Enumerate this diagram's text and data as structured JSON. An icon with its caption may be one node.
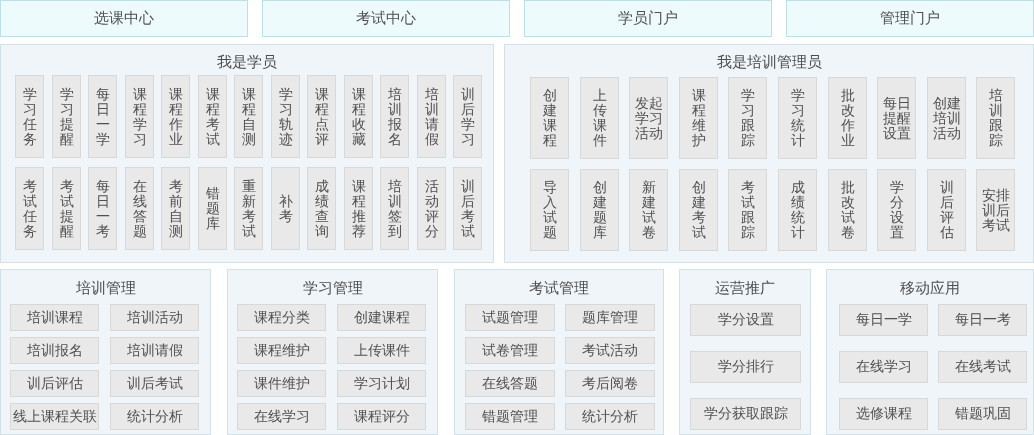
{
  "diagram": {
    "nodes": [
      {
        "text": [
          "选课中心"
        ]
      },
      {
        "text": [
          "考试中心"
        ]
      },
      {
        "text": [
          "学员门户"
        ]
      },
      {
        "text": [
          "管理门户"
        ]
      },
      {
        "text": [
          "我是学员"
        ]
      },
      {
        "text": [
          "学习任务"
        ],
        "in": 4
      },
      {
        "text": [
          "学习提醒"
        ],
        "in": 4
      },
      {
        "text": [
          "每日一学"
        ],
        "in": 4
      },
      {
        "text": [
          "课程学习"
        ],
        "in": 4
      },
      {
        "text": [
          "课程作业"
        ],
        "in": 4
      },
      {
        "text": [
          "课程考试"
        ],
        "in": 4
      },
      {
        "text": [
          "课程自测"
        ],
        "in": 4
      },
      {
        "text": [
          "学习轨迹"
        ],
        "in": 4
      },
      {
        "text": [
          "课程点评"
        ],
        "in": 4
      },
      {
        "text": [
          "课程收藏"
        ],
        "in": 4
      },
      {
        "text": [
          "培训报名"
        ],
        "in": 4
      },
      {
        "text": [
          "培训请假"
        ],
        "in": 4
      },
      {
        "text": [
          "训后学习"
        ],
        "in": 4
      },
      {
        "text": [
          "考试任务"
        ],
        "in": 4
      },
      {
        "text": [
          "考试提醒"
        ],
        "in": 4
      },
      {
        "text": [
          "每日一考"
        ],
        "in": 4
      },
      {
        "text": [
          "在线答题"
        ],
        "in": 4
      },
      {
        "text": [
          "考前自测"
        ],
        "in": 4
      },
      {
        "text": [
          "错题库"
        ],
        "in": 4
      },
      {
        "text": [
          "重新考试"
        ],
        "in": 4
      },
      {
        "text": [
          "补考"
        ],
        "in": 4
      },
      {
        "text": [
          "成绩查询"
        ],
        "in": 4
      },
      {
        "text": [
          "课程推荐"
        ],
        "in": 4
      },
      {
        "text": [
          "培训签到"
        ],
        "in": 4
      },
      {
        "text": [
          "活动评分"
        ],
        "in": 4
      },
      {
        "text": [
          "训后考试"
        ],
        "in": 4
      },
      {
        "text": [
          "我是培训管理员"
        ]
      },
      {
        "text": [
          "创建课程"
        ],
        "in": 31
      },
      {
        "text": [
          "上传课件"
        ],
        "in": 31
      },
      {
        "text": [
          "发起学习活动"
        ],
        "in": 31
      },
      {
        "text": [
          "课程维护"
        ],
        "in": 31
      },
      {
        "text": [
          "学习跟踪"
        ],
        "in": 31
      },
      {
        "text": [
          "学习统计"
        ],
        "in": 31
      },
      {
        "text": [
          "批改作业"
        ],
        "in": 31
      },
      {
        "text": [
          "每日提醒设置"
        ],
        "in": 31
      },
      {
        "text": [
          "创建培训活动"
        ],
        "in": 31
      },
      {
        "text": [
          "培训跟踪"
        ],
        "in": 31
      },
      {
        "text": [
          "导入试题"
        ],
        "in": 31
      },
      {
        "text": [
          "创建题库"
        ],
        "in": 31
      },
      {
        "text": [
          "新建试卷"
        ],
        "in": 31
      },
      {
        "text": [
          "创建考试"
        ],
        "in": 31
      },
      {
        "text": [
          "考试跟踪"
        ],
        "in": 31
      },
      {
        "text": [
          "成绩统计"
        ],
        "in": 31
      },
      {
        "text": [
          "批改试卷"
        ],
        "in": 31
      },
      {
        "text": [
          "学分设置"
        ],
        "in": 31
      },
      {
        "text": [
          "训后评估"
        ],
        "in": 31
      },
      {
        "text": [
          "安排训后考试"
        ],
        "in": 31
      },
      {
        "text": [
          "培训管理"
        ]
      },
      {
        "text": [
          "培训课程"
        ],
        "in": 52
      },
      {
        "text": [
          "培训活动"
        ],
        "in": 52
      },
      {
        "text": [
          "培训报名"
        ],
        "in": 52
      },
      {
        "text": [
          "培训请假"
        ],
        "in": 52
      },
      {
        "text": [
          "训后评估"
        ],
        "in": 52
      },
      {
        "text": [
          "训后考试"
        ],
        "in": 52
      },
      {
        "text": [
          "线上课程关联"
        ],
        "in": 52
      },
      {
        "text": [
          "统计分析"
        ],
        "in": 52
      },
      {
        "text": [
          "学习管理"
        ]
      },
      {
        "text": [
          "课程分类"
        ],
        "in": 61
      },
      {
        "text": [
          "创建课程"
        ],
        "in": 61
      },
      {
        "text": [
          "课程维护"
        ],
        "in": 61
      },
      {
        "text": [
          "上传课件"
        ],
        "in": 61
      },
      {
        "text": [
          "课件维护"
        ],
        "in": 61
      },
      {
        "text": [
          "学习计划"
        ],
        "in": 61
      },
      {
        "text": [
          "在线学习"
        ],
        "in": 61
      },
      {
        "text": [
          "课程评分"
        ],
        "in": 61
      },
      {
        "text": [
          "考试管理"
        ]
      },
      {
        "text": [
          "试题管理"
        ],
        "in": 70
      },
      {
        "text": [
          "题库管理"
        ],
        "in": 70
      },
      {
        "text": [
          "试卷管理"
        ],
        "in": 70
      },
      {
        "text": [
          "考试活动"
        ],
        "in": 70
      },
      {
        "text": [
          "在线答题"
        ],
        "in": 70
      },
      {
        "text": [
          "考后阅卷"
        ],
        "in": 70
      },
      {
        "text": [
          "错题管理"
        ],
        "in": 70
      },
      {
        "text": [
          "统计分析"
        ],
        "in": 70
      },
      {
        "text": [
          "运营推广"
        ]
      },
      {
        "text": [
          "学分设置"
        ],
        "in": 79
      },
      {
        "text": [
          "学分排行"
        ],
        "in": 79
      },
      {
        "text": [
          "学分获取跟踪"
        ],
        "in": 79
      },
      {
        "text": [
          "移动应用"
        ]
      },
      {
        "text": [
          "每日一学"
        ],
        "in": 83
      },
      {
        "text": [
          "每日一考"
        ],
        "in": 83
      },
      {
        "text": [
          "在线学习"
        ],
        "in": 83
      },
      {
        "text": [
          "在线考试"
        ],
        "in": 83
      },
      {
        "text": [
          "选修课程"
        ],
        "in": 83
      },
      {
        "text": [
          "错题巩固"
        ],
        "in": 83
      }
    ]
  }
}
